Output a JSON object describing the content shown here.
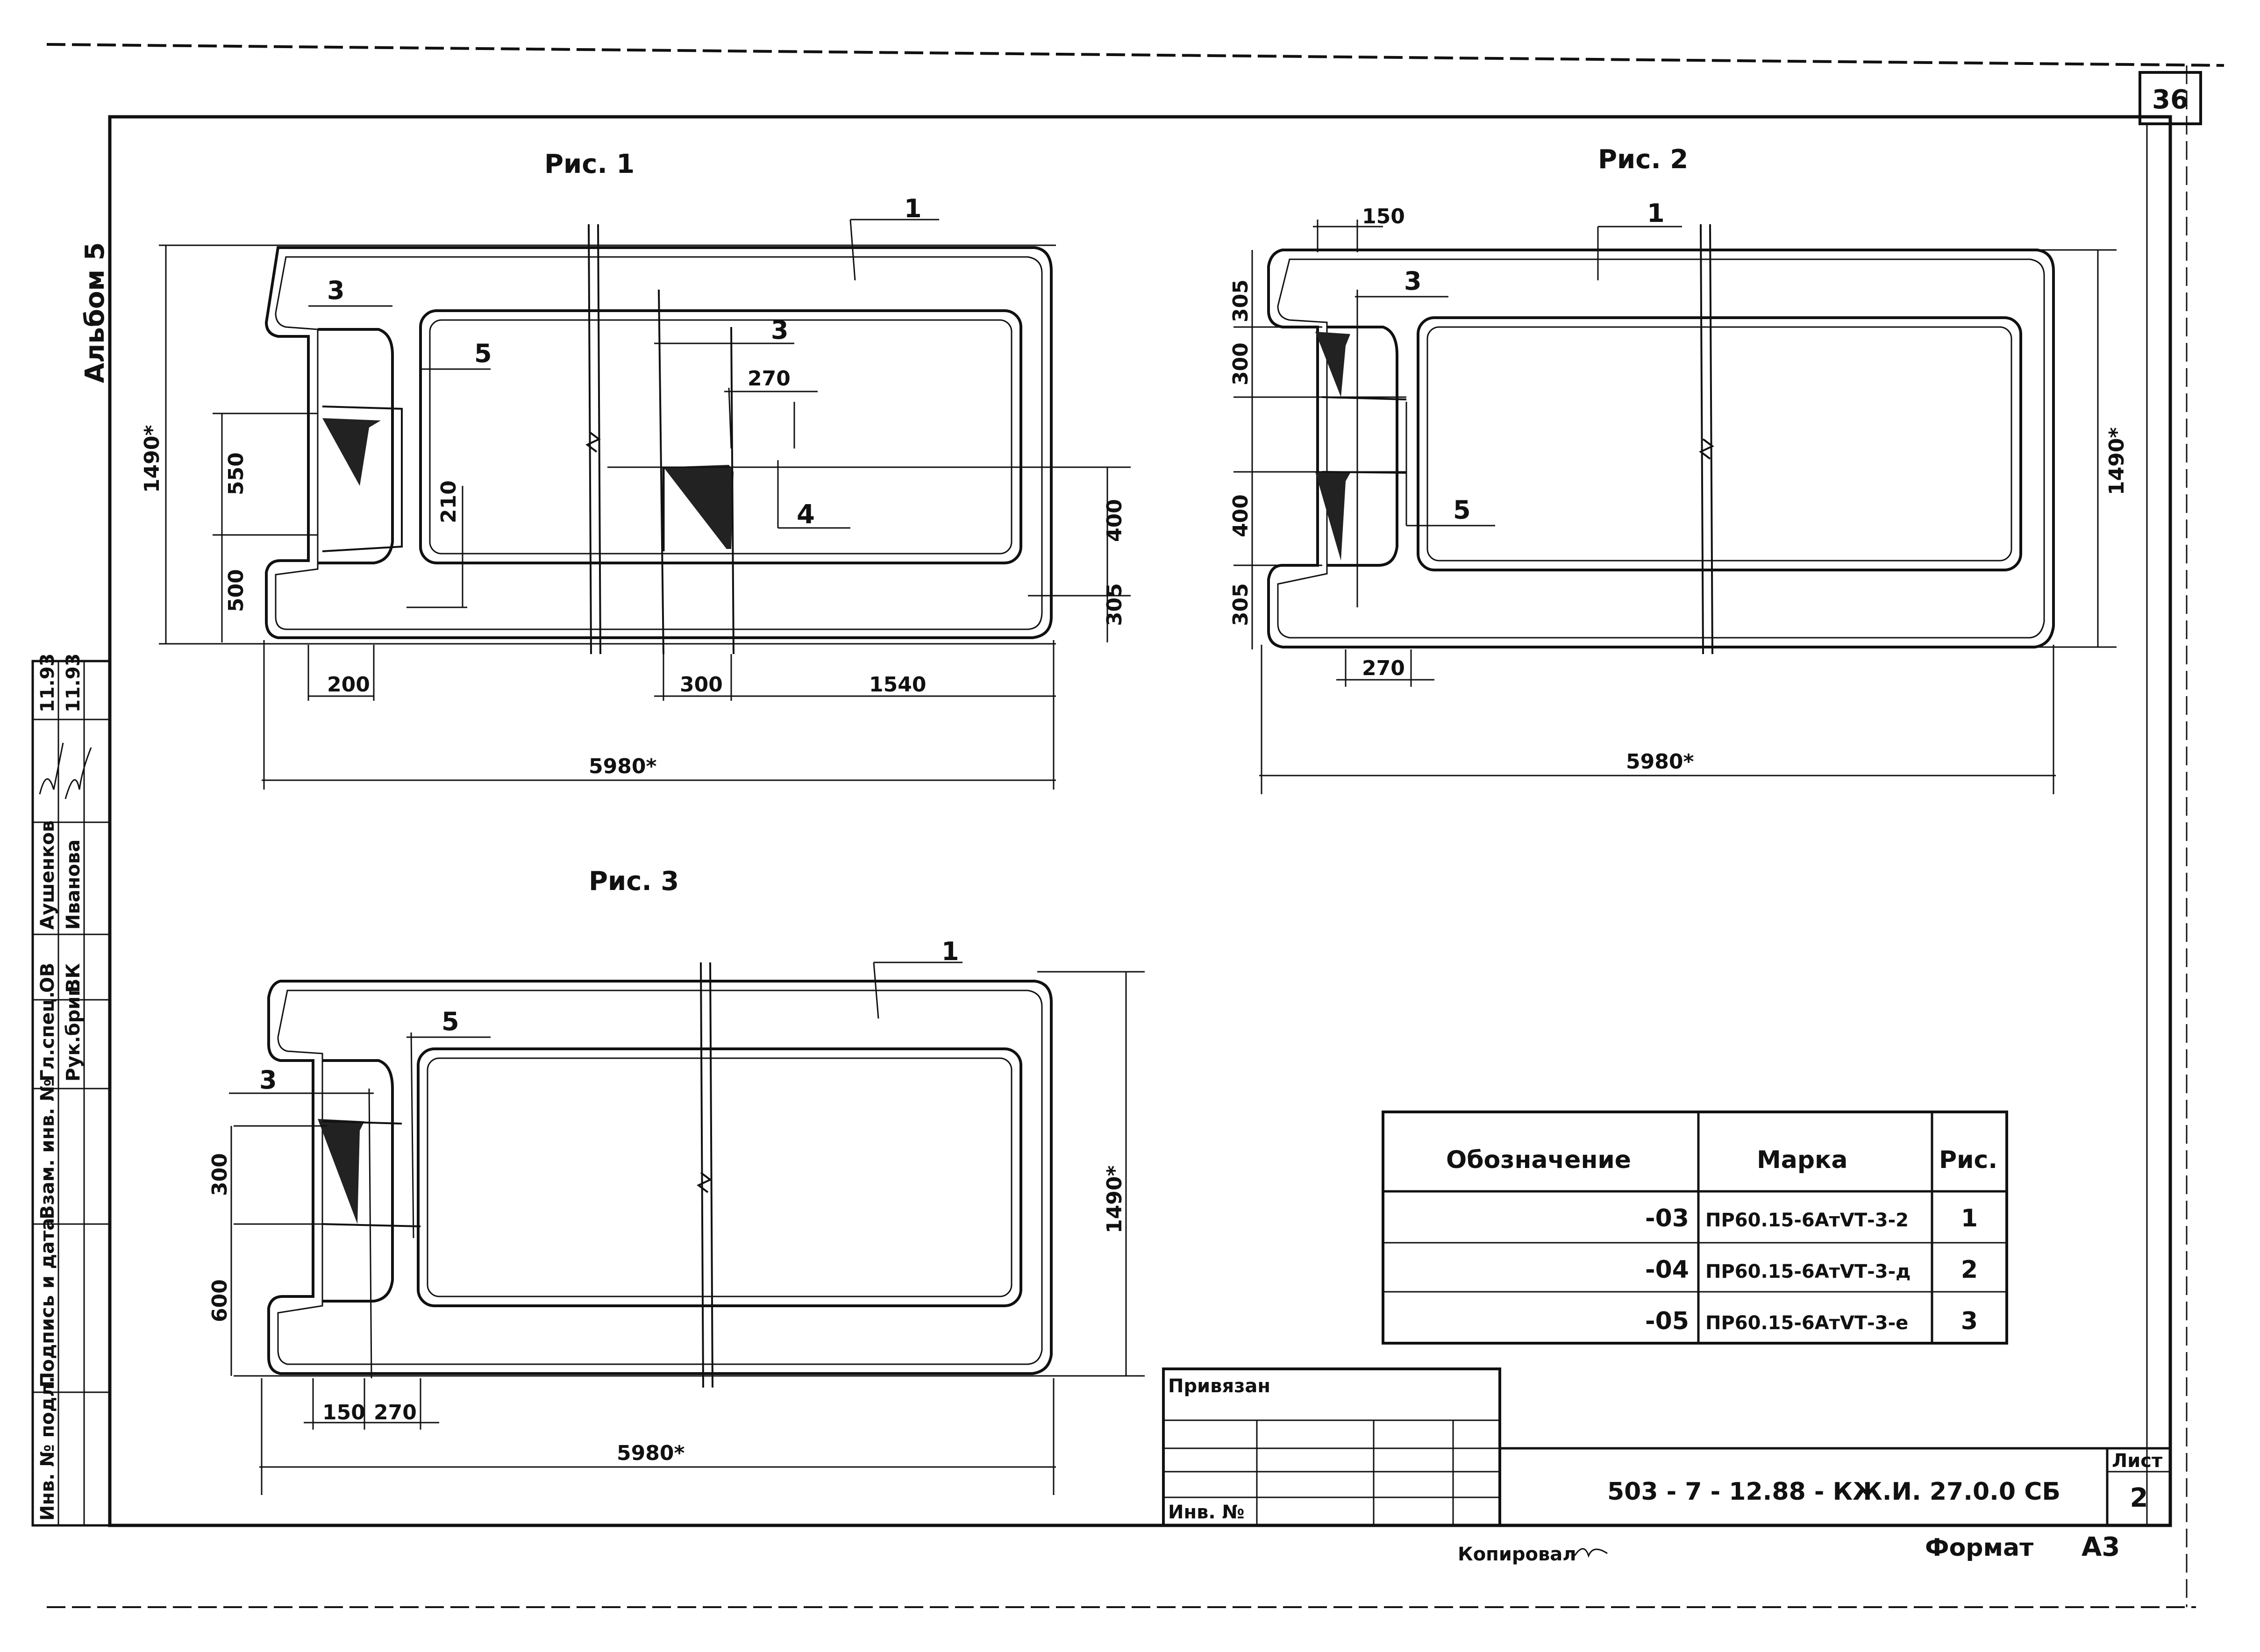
{
  "sheet": {
    "page_number": "36",
    "album_label": "Альбом 5",
    "copied_label": "Копировал",
    "format_label": "Формат",
    "format_value": "А3"
  },
  "side_stamp": {
    "cells": [
      "Гл.спец.",
      "ОВ",
      "Аушенков",
      "Рук.бриг.",
      "ВК",
      "Иванова"
    ],
    "dates": [
      "11.93",
      "11.93"
    ],
    "columns": [
      "Инв. № подл.",
      "Подпись и дата",
      "Взам. инв. №"
    ]
  },
  "figures": {
    "fig1": {
      "title": "Рис. 1",
      "callouts": [
        "1",
        "3",
        "3",
        "4",
        "5"
      ],
      "dims": [
        "1490*",
        "550",
        "500",
        "210",
        "270",
        "400",
        "305",
        "200",
        "300",
        "1540",
        "5980*"
      ]
    },
    "fig2": {
      "title": "Рис. 2",
      "callouts": [
        "1",
        "3",
        "5"
      ],
      "dims": [
        "150",
        "305",
        "300",
        "400",
        "305",
        "270",
        "1490*",
        "5980*"
      ]
    },
    "fig3": {
      "title": "Рис. 3",
      "callouts": [
        "1",
        "3",
        "5"
      ],
      "dims": [
        "300",
        "600",
        "150",
        "270",
        "1490*",
        "5980*"
      ]
    }
  },
  "spec_table": {
    "headers": [
      "Обозначение",
      "Марка",
      "Рис."
    ],
    "rows": [
      {
        "code": "-03",
        "mark": "ПР60.15-6АтⅤТ-3-2",
        "fig": "1"
      },
      {
        "code": "-04",
        "mark": "ПР60.15-6АтⅤТ-3-д",
        "fig": "2"
      },
      {
        "code": "-05",
        "mark": "ПР60.15-6АтⅤТ-3-е",
        "fig": "3"
      }
    ]
  },
  "title_block": {
    "bound_label": "Привязан",
    "inv_label": "Инв. №",
    "doc_code": "503 - 7 - 12.88 - КЖ.И. 27.0.0 СБ",
    "sheet_label": "Лист",
    "sheet_number": "2"
  }
}
